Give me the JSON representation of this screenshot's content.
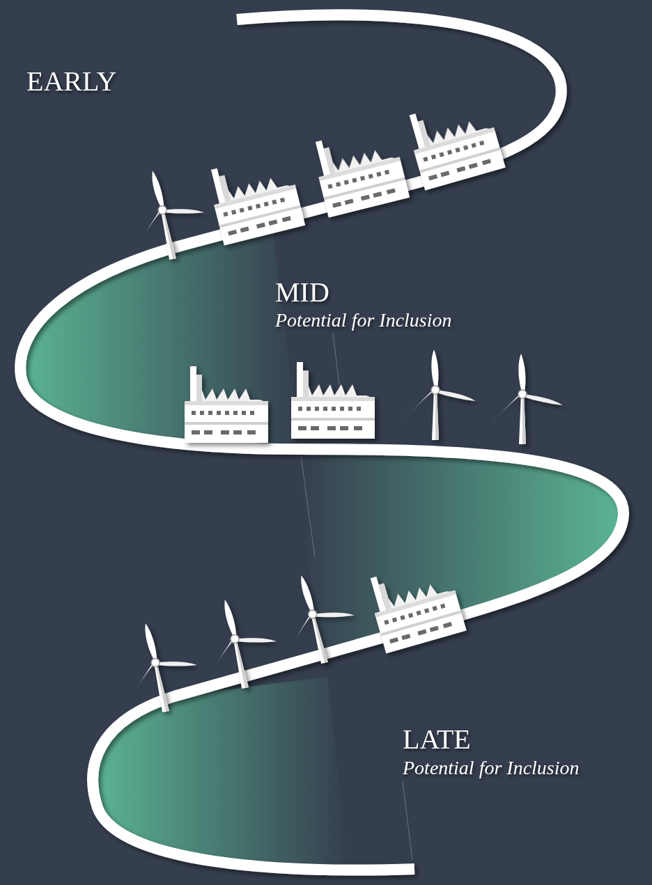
{
  "diagram": {
    "labels": [
      "EARLY",
      "MID",
      "Potential for Inclusion",
      "LATE",
      "Potential for Inclusion"
    ]
  }
}
